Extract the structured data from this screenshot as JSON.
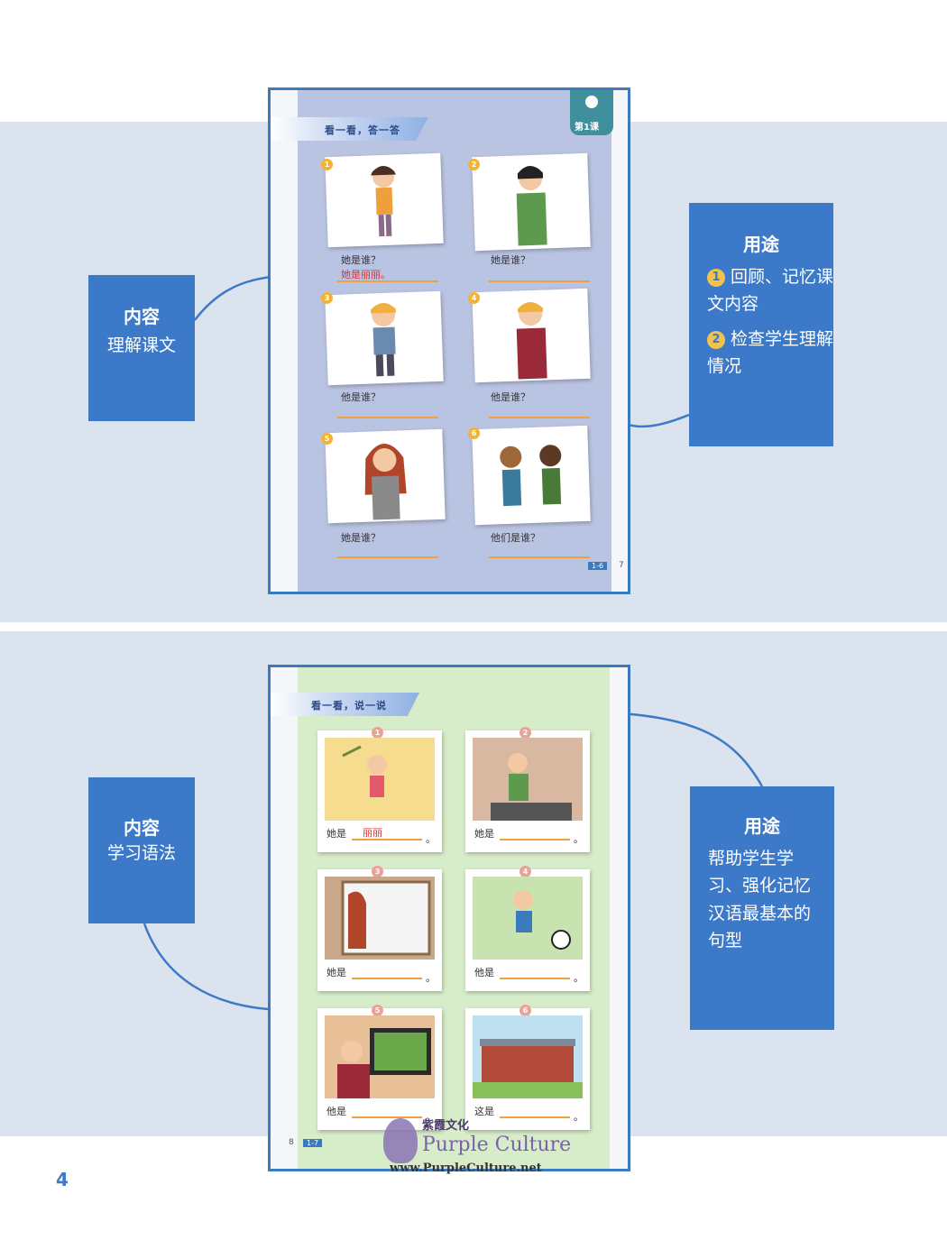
{
  "page_number": "4",
  "top_page": {
    "header_title": "看一看，答一答",
    "lesson_badge": "第1课",
    "page_tag": "1-6",
    "page_number": "7",
    "items": [
      {
        "num": "1",
        "question": "她是谁？",
        "answer": "她是丽丽。"
      },
      {
        "num": "2",
        "question": "她是谁？",
        "answer": ""
      },
      {
        "num": "3",
        "question": "他是谁？",
        "answer": ""
      },
      {
        "num": "4",
        "question": "他是谁？",
        "answer": ""
      },
      {
        "num": "5",
        "question": "她是谁？",
        "answer": ""
      },
      {
        "num": "6",
        "question": "他们是谁？",
        "answer": ""
      }
    ]
  },
  "bottom_page": {
    "header_title": "看一看，说一说",
    "page_number": "8",
    "page_tag": "1-7",
    "items": [
      {
        "num": "1",
        "prefix": "她是",
        "answer": "丽丽",
        "suffix": "。"
      },
      {
        "num": "2",
        "prefix": "她是",
        "answer": "",
        "suffix": "。"
      },
      {
        "num": "3",
        "prefix": "她是",
        "answer": "",
        "suffix": "。"
      },
      {
        "num": "4",
        "prefix": "他是",
        "answer": "",
        "suffix": "。"
      },
      {
        "num": "5",
        "prefix": "他是",
        "answer": "",
        "suffix": "。"
      },
      {
        "num": "6",
        "prefix": "这是",
        "answer": "",
        "suffix": "。"
      }
    ]
  },
  "callouts": {
    "left_1": {
      "title": "内容",
      "body": "理解课文"
    },
    "right_1": {
      "title": "用途",
      "point1": "回顾、记忆课文内容",
      "point2": "检查学生理解情况",
      "num1": "1",
      "num2": "2"
    },
    "left_2": {
      "title": "内容",
      "body": "学习语法"
    },
    "right_2": {
      "title": "用途",
      "body": "帮助学生学习、强化记忆汉语最基本的句型"
    }
  },
  "watermark": {
    "cn": "紫霞文化",
    "en": "Purple Culture",
    "url": "www.PurpleCulture.net"
  }
}
